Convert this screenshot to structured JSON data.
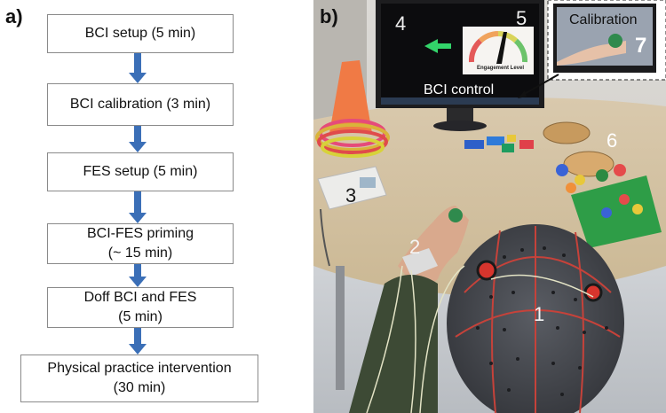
{
  "panel_a": {
    "label": "a)",
    "steps": [
      {
        "text": "BCI setup (5 min)"
      },
      {
        "text": "BCI calibration (3 min)"
      },
      {
        "text": "FES setup (5 min)"
      },
      {
        "text": "BCI-FES priming\n(~ 15 min)"
      },
      {
        "text": "Doff BCI and FES\n(5 min)"
      },
      {
        "text": "Physical practice intervention\n(30 min)"
      }
    ],
    "arrow_color": "#3b6fb7"
  },
  "panel_b": {
    "label": "b)",
    "numbers": {
      "n1": "1",
      "n2": "2",
      "n3": "3",
      "n4": "4",
      "n5": "5",
      "n6": "6",
      "n7": "7"
    },
    "monitor_label": "BCI control",
    "gauge_caption": "Engagement Level",
    "calibration_title": "Calibration"
  }
}
